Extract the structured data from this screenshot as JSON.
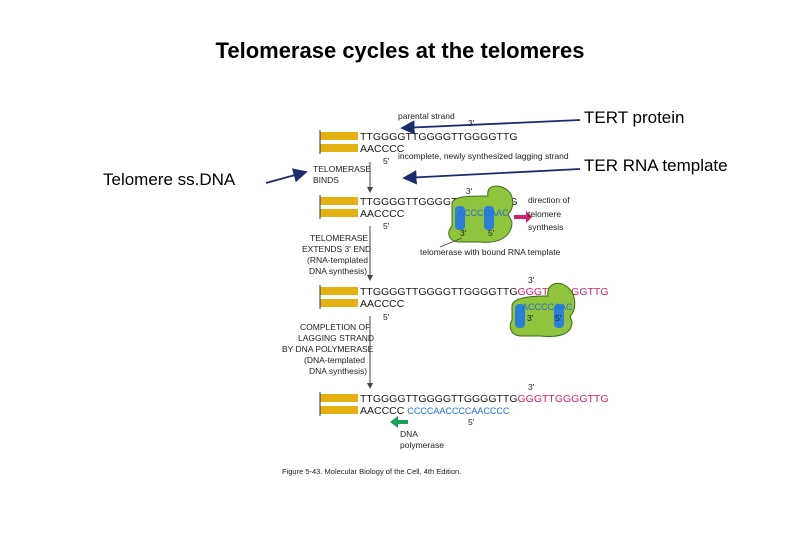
{
  "title": "Telomerase cycles at the telomeres",
  "labels": {
    "tert": "TERT protein",
    "ter": "TER RNA template",
    "ssdna": "Telomere ss.DNA"
  },
  "figure": {
    "parental_strand": "parental strand",
    "three_prime": "3'",
    "five_prime": "5'",
    "incomplete": "incomplete, newly synthesized lagging strand",
    "top_seq": "TTGGGGTTGGGGTTGGGGTTG",
    "bottom_seq": "AACCCC",
    "step1_line1": "TELOMERASE",
    "step1_line2": "BINDS",
    "step2_line1": "TELOMERASE",
    "step2_line2": "EXTENDS 3' END",
    "step2_line3": "(RNA-templated",
    "step2_line4": "DNA synthesis)",
    "step3_line1": "COMPLETION OF",
    "step3_line2": "LAGGING STRAND",
    "step3_line3": "BY DNA POLYMERASE",
    "step3_line4": "(DNA-templated",
    "step3_line5": "DNA synthesis)",
    "panel2_seq": "TTGGGGTTGGGGTTGGGGTTG",
    "rna_template": "ACCCCAAC",
    "direction_line1": "direction of",
    "direction_line2": "telomere",
    "direction_line3": "synthesis",
    "telomerase_caption": "telomerase with bound RNA template",
    "panel3_seq_black": "TTGGGGTTGGGGTTGGGGTTG",
    "panel3_seq_red": "GGGTTGGGGTTG",
    "panel4_seq_blue": "CCCCAACCCCAACCCC",
    "dna_polymerase_line1": "DNA",
    "dna_polymerase_line2": "polymerase",
    "source": "Figure 5-43. Molecular Biology of the Cell, 4th Edition."
  },
  "colors": {
    "gold": "#e5b012",
    "green": "#8fc43c",
    "blue": "#2b7fd9",
    "magenta": "#d4206c",
    "arrow": "#1c2a6e"
  }
}
